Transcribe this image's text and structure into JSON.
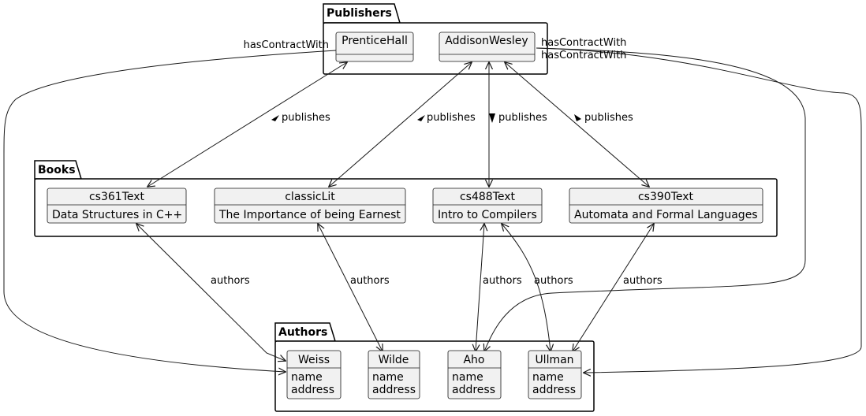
{
  "packages": {
    "publishers": "Publishers",
    "books": "Books",
    "authors": "Authors"
  },
  "publishers": [
    {
      "name": "PrenticeHall"
    },
    {
      "name": "AddisonWesley"
    }
  ],
  "books": [
    {
      "name": "cs361Text",
      "title": "Data Structures in C++"
    },
    {
      "name": "classicLit",
      "title": "The Importance of being Earnest"
    },
    {
      "name": "cs488Text",
      "title": "Intro to Compilers"
    },
    {
      "name": "cs390Text",
      "title": "Automata and Formal Languages"
    }
  ],
  "authors": [
    {
      "name": "Weiss",
      "attrs": [
        "name",
        "address"
      ]
    },
    {
      "name": "Wilde",
      "attrs": [
        "name",
        "address"
      ]
    },
    {
      "name": "Aho",
      "attrs": [
        "name",
        "address"
      ]
    },
    {
      "name": "Ullman",
      "attrs": [
        "name",
        "address"
      ]
    }
  ],
  "relations": {
    "publishes": "publishes",
    "authors": "authors",
    "has_contract": "hasContractWith"
  }
}
